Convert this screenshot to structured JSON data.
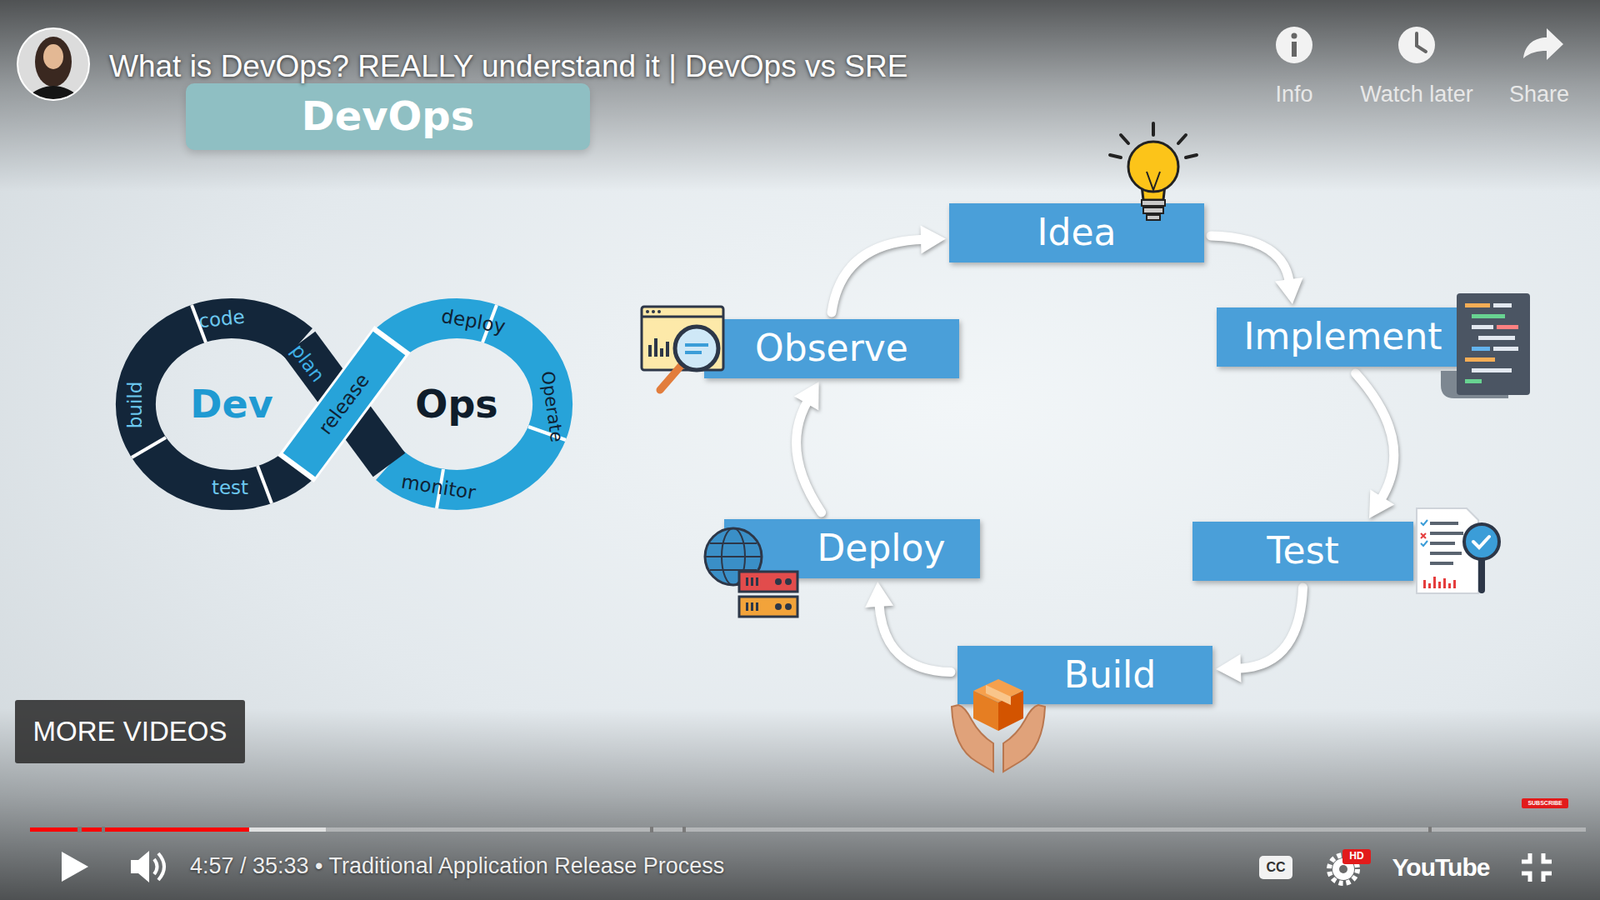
{
  "diagram": {
    "title": "What is DevOps? REALLY understand it | DevOps vs SRE",
    "nodes": [
      {
        "text": [
          "DevOps"
        ]
      },
      {
        "text": [
          "Idea"
        ]
      },
      {
        "text": [
          "Implement"
        ]
      },
      {
        "text": [
          "Test"
        ]
      },
      {
        "text": [
          "Build"
        ]
      },
      {
        "text": [
          "Deploy"
        ]
      },
      {
        "text": [
          "Observe"
        ]
      },
      {
        "text": [
          "MORE VIDEOS"
        ]
      }
    ],
    "edges": [
      {
        "from": 1,
        "to": 2,
        "arrow": "to"
      },
      {
        "from": 2,
        "to": 3,
        "arrow": "to"
      },
      {
        "from": 3,
        "to": 4,
        "arrow": "to"
      },
      {
        "from": 4,
        "to": 5,
        "arrow": "to"
      },
      {
        "from": 5,
        "to": 6,
        "arrow": "to"
      },
      {
        "from": 6,
        "to": 1,
        "arrow": "to"
      }
    ],
    "labels": [
      "Info",
      "Watch later",
      "Share",
      "code",
      "plan",
      "release",
      "deploy",
      "Operate",
      "monitor",
      "test",
      "build",
      "Dev",
      "Ops",
      "4:57 / 35:33 • Traditional Application Release Process",
      "CC",
      "HD",
      "YouTube",
      "SUBSCRIBE"
    ]
  }
}
